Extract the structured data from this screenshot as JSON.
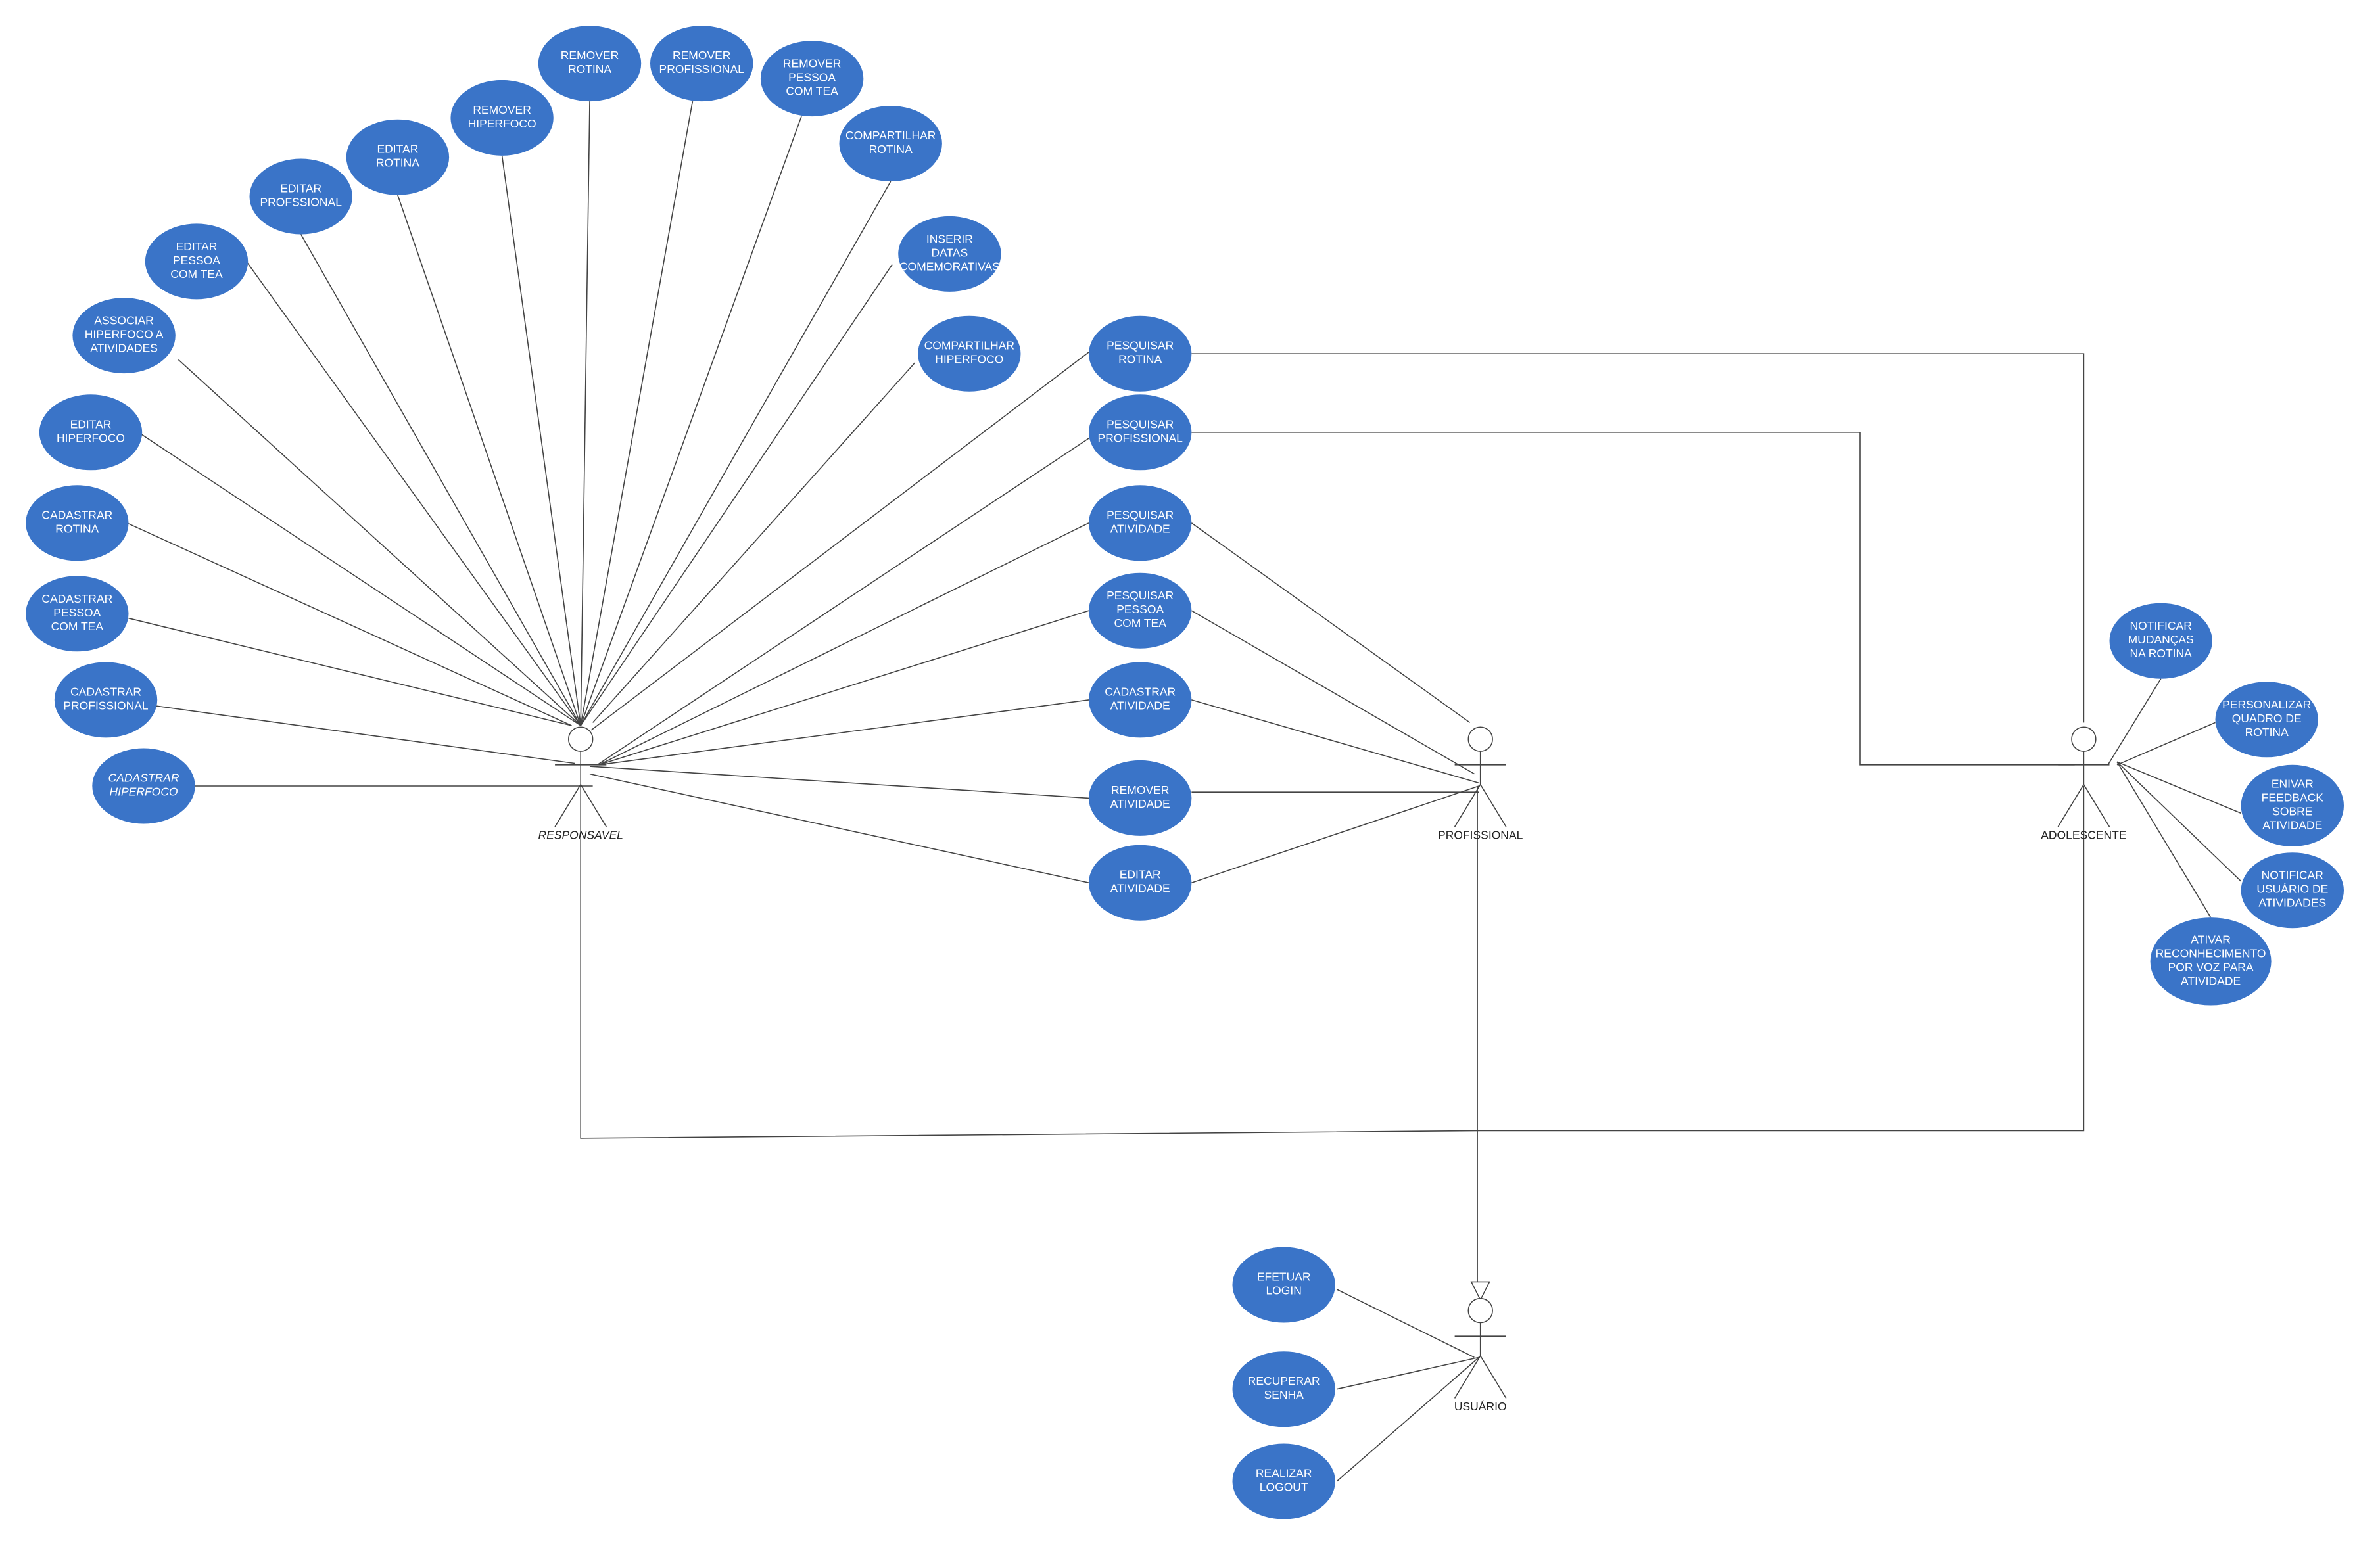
{
  "colors": {
    "usecase_fill": "#3a74c8",
    "line": "#444444",
    "text": "#ffffff",
    "label": "#222222"
  },
  "actors": [
    {
      "id": "responsavel",
      "label": "RESPONSAVEL",
      "italic": true
    },
    {
      "id": "profissional",
      "label": "PROFISSIONAL",
      "italic": false
    },
    {
      "id": "adolescente",
      "label": "ADOLESCENTE",
      "italic": false
    },
    {
      "id": "usuario",
      "label": "USUÁRIO",
      "italic": false
    }
  ],
  "use_cases": [
    {
      "id": "cadastrar-hiperfoco",
      "lines": [
        "CADASTRAR",
        "HIPERFOCO"
      ],
      "italic": true
    },
    {
      "id": "cadastrar-profissional",
      "lines": [
        "CADASTRAR",
        "PROFISSIONAL"
      ]
    },
    {
      "id": "cadastrar-pessoa-tea",
      "lines": [
        "CADASTRAR",
        "PESSOA",
        "COM TEA"
      ]
    },
    {
      "id": "cadastrar-rotina",
      "lines": [
        "CADASTRAR",
        "ROTINA"
      ]
    },
    {
      "id": "editar-hiperfoco",
      "lines": [
        "EDITAR",
        "HIPERFOCO"
      ]
    },
    {
      "id": "associar-hiperfoco",
      "lines": [
        "ASSOCIAR",
        "HIPERFOCO A",
        "ATIVIDADES"
      ]
    },
    {
      "id": "editar-pessoa-tea",
      "lines": [
        "EDITAR",
        "PESSOA",
        "COM TEA"
      ]
    },
    {
      "id": "editar-profissional",
      "lines": [
        "EDITAR",
        "PROFSSIONAL"
      ]
    },
    {
      "id": "editar-rotina",
      "lines": [
        "EDITAR",
        "ROTINA"
      ]
    },
    {
      "id": "remover-hiperfoco",
      "lines": [
        "REMOVER",
        "HIPERFOCO"
      ]
    },
    {
      "id": "remover-rotina",
      "lines": [
        "REMOVER",
        "ROTINA"
      ]
    },
    {
      "id": "remover-profissional",
      "lines": [
        "REMOVER",
        "PROFISSIONAL"
      ]
    },
    {
      "id": "remover-pessoa-tea",
      "lines": [
        "REMOVER",
        "PESSOA",
        "COM TEA"
      ]
    },
    {
      "id": "compartilhar-rotina",
      "lines": [
        "COMPARTILHAR",
        "ROTINA"
      ]
    },
    {
      "id": "inserir-datas",
      "lines": [
        "INSERIR",
        "DATAS",
        "COMEMORATIVAS"
      ]
    },
    {
      "id": "compartilhar-hiperfoco",
      "lines": [
        "COMPARTILHAR",
        "HIPERFOCO"
      ]
    },
    {
      "id": "pesquisar-rotina",
      "lines": [
        "PESQUISAR",
        "ROTINA"
      ]
    },
    {
      "id": "pesquisar-profissional",
      "lines": [
        "PESQUISAR",
        "PROFISSIONAL"
      ]
    },
    {
      "id": "pesquisar-atividade",
      "lines": [
        "PESQUISAR",
        "ATIVIDADE"
      ]
    },
    {
      "id": "pesquisar-pessoa-tea",
      "lines": [
        "PESQUISAR",
        "PESSOA",
        "COM TEA"
      ]
    },
    {
      "id": "cadastrar-atividade",
      "lines": [
        "CADASTRAR",
        "ATIVIDADE"
      ]
    },
    {
      "id": "remover-atividade",
      "lines": [
        "REMOVER",
        "ATIVIDADE"
      ]
    },
    {
      "id": "editar-atividade",
      "lines": [
        "EDITAR",
        "ATIVIDADE"
      ]
    },
    {
      "id": "notificar-mudancas",
      "lines": [
        "NOTIFICAR",
        "MUDANÇAS",
        "NA ROTINA"
      ]
    },
    {
      "id": "personalizar-quadro",
      "lines": [
        "PERSONALIZAR",
        "QUADRO DE",
        "ROTINA"
      ]
    },
    {
      "id": "enviar-feedback",
      "lines": [
        "ENIVAR",
        "FEEDBACK",
        "SOBRE",
        "ATIVIDADE"
      ]
    },
    {
      "id": "notificar-usuario",
      "lines": [
        "NOTIFICAR",
        "USUÁRIO DE",
        "ATIVIDADES"
      ]
    },
    {
      "id": "ativar-reconhecimento",
      "lines": [
        "ATIVAR",
        "RECONHECIMENTO",
        "POR VOZ PARA",
        "ATIVIDADE"
      ]
    },
    {
      "id": "efetuar-login",
      "lines": [
        "EFETUAR",
        "LOGIN"
      ]
    },
    {
      "id": "recuperar-senha",
      "lines": [
        "RECUPERAR",
        "SENHA"
      ]
    },
    {
      "id": "realizar-logout",
      "lines": [
        "REALIZAR",
        "LOGOUT"
      ]
    }
  ]
}
